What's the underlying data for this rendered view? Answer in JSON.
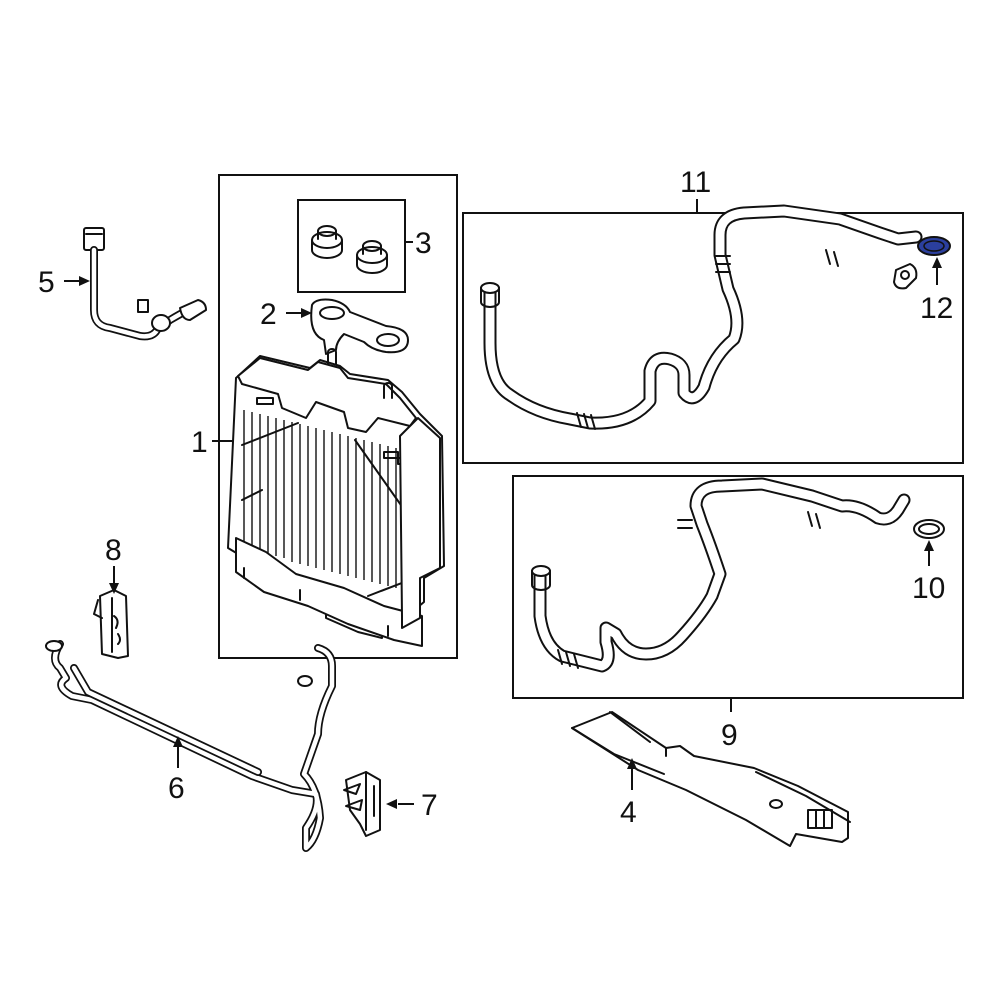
{
  "callouts": {
    "c1": "1",
    "c2": "2",
    "c3": "3",
    "c4": "4",
    "c5": "5",
    "c6": "6",
    "c7": "7",
    "c8": "8",
    "c9": "9",
    "c10": "10",
    "c11": "11",
    "c12": "12"
  },
  "colors": {
    "line": "#111111",
    "background": "#ffffff",
    "highlight_fill": "#2b3f9e"
  }
}
